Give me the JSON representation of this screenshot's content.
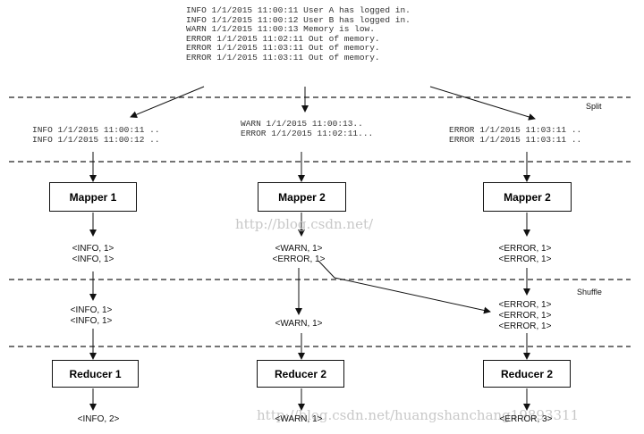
{
  "input_log": [
    "INFO 1/1/2015 11:00:11 User A has logged in.",
    "INFO 1/1/2015 11:00:12 User B has logged in.",
    "WARN 1/1/2015 11:00:13 Memory is low.",
    "ERROR 1/1/2015 11:02:11 Out of memory.",
    "ERROR 1/1/2015 11:03:11 Out of memory.",
    "ERROR 1/1/2015 11:03:11 Out of memory."
  ],
  "stages": {
    "split": "Split",
    "shuffle": "Shuffle"
  },
  "splits": [
    [
      "INFO 1/1/2015 11:00:11 ..",
      "INFO 1/1/2015 11:00:12 .."
    ],
    [
      "WARN 1/1/2015 11:00:13..",
      "ERROR 1/1/2015 11:02:11..."
    ],
    [
      "ERROR 1/1/2015 11:03:11 ..",
      "ERROR 1/1/2015 11:03:11 .."
    ]
  ],
  "mappers": [
    "Mapper 1",
    "Mapper 2",
    "Mapper 2"
  ],
  "map_outputs": [
    [
      "<INFO, 1>",
      "<INFO, 1>"
    ],
    [
      "<WARN, 1>",
      "<ERROR, 1>"
    ],
    [
      "<ERROR, 1>",
      "<ERROR, 1>"
    ]
  ],
  "shuffled": [
    [
      "<INFO, 1>",
      "<INFO, 1>"
    ],
    [
      "<WARN, 1>"
    ],
    [
      "<ERROR, 1>",
      "<ERROR, 1>",
      "<ERROR, 1>"
    ]
  ],
  "reducers": [
    "Reducer 1",
    "Reducer 2",
    "Reducer 2"
  ],
  "results": [
    "<INFO, 2>",
    "<WARN, 1>",
    "<ERROR, 3>"
  ],
  "watermarks": [
    "http://blog.csdn.net/",
    "http://blog.csdn.net/huangshanchang19893311"
  ]
}
